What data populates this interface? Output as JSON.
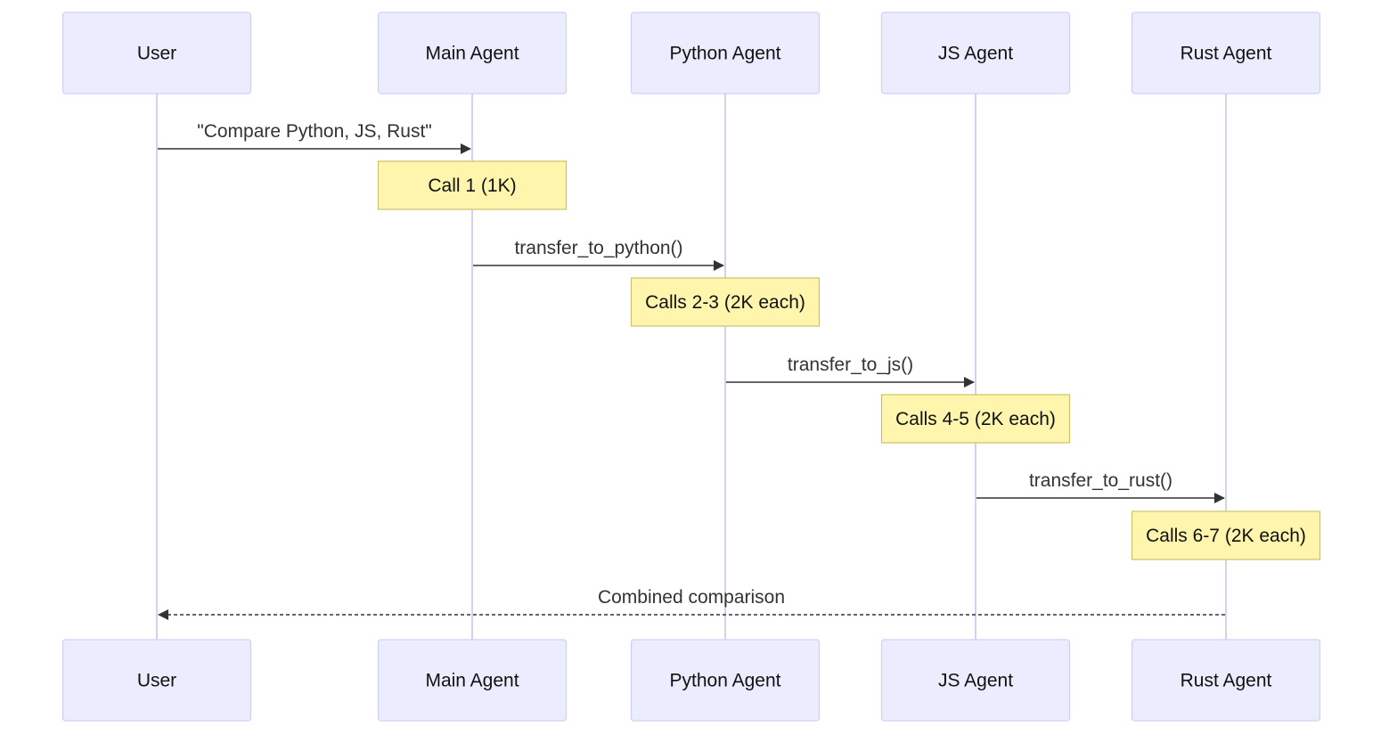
{
  "actors": [
    {
      "id": "user",
      "label": "User"
    },
    {
      "id": "main",
      "label": "Main Agent"
    },
    {
      "id": "python",
      "label": "Python Agent"
    },
    {
      "id": "js",
      "label": "JS Agent"
    },
    {
      "id": "rust",
      "label": "Rust Agent"
    }
  ],
  "messages": [
    {
      "from": "user",
      "to": "main",
      "label": "\"Compare Python, JS, Rust\"",
      "style": "solid"
    },
    {
      "from": "main",
      "to": "python",
      "label": "transfer_to_python()",
      "style": "solid"
    },
    {
      "from": "python",
      "to": "js",
      "label": "transfer_to_js()",
      "style": "solid"
    },
    {
      "from": "js",
      "to": "rust",
      "label": "transfer_to_rust()",
      "style": "solid"
    },
    {
      "from": "rust",
      "to": "user",
      "label": "Combined comparison",
      "style": "dashed"
    }
  ],
  "notes": [
    {
      "over": "main",
      "label": "Call 1 (1K)"
    },
    {
      "over": "python",
      "label": "Calls 2-3 (2K each)"
    },
    {
      "over": "js",
      "label": "Calls 4-5 (2K each)"
    },
    {
      "over": "rust",
      "label": "Calls 6-7 (2K each)"
    }
  ],
  "colors": {
    "actor_fill": "#ECECFF",
    "actor_stroke": "#CFCFF5",
    "lifeline": "#D4D0F2",
    "note_fill": "#FFF5AD",
    "note_stroke": "#C9C36A",
    "arrow": "#333333"
  }
}
